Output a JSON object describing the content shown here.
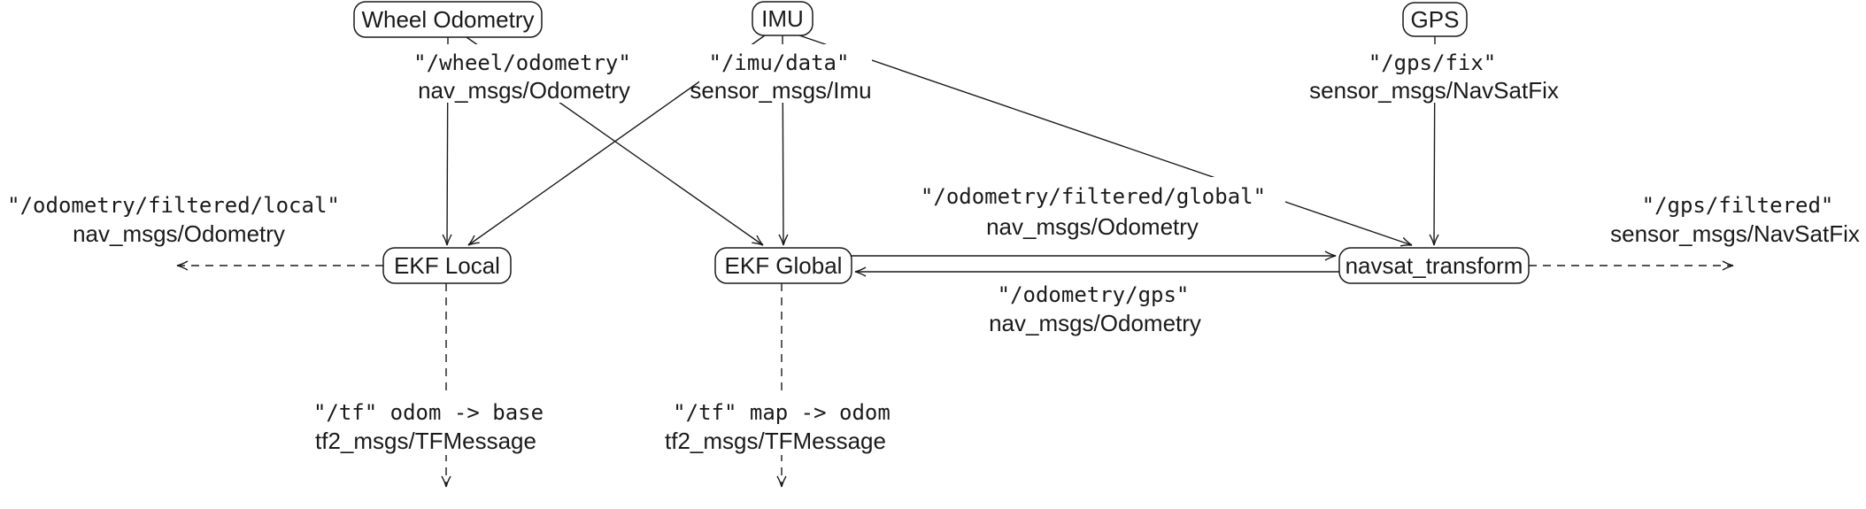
{
  "diagram": {
    "kind": "ros-node-topic-graph",
    "colors": {
      "background": "#ffffff",
      "line": "#1a1a1a",
      "text": "#1a1a1a",
      "node_fill": "#ffffff"
    },
    "nodes": {
      "wheel_odometry": {
        "label": "Wheel Odometry"
      },
      "imu": {
        "label": "IMU"
      },
      "gps": {
        "label": "GPS"
      },
      "ekf_local": {
        "label": "EKF Local"
      },
      "ekf_global": {
        "label": "EKF Global"
      },
      "navsat_transform": {
        "label": "navsat_transform"
      }
    },
    "topics": {
      "wheel_odometry": {
        "name": "\"/wheel/odometry\"",
        "type": "nav_msgs/Odometry"
      },
      "imu_data": {
        "name": "\"/imu/data\"",
        "type": "sensor_msgs/Imu"
      },
      "gps_fix": {
        "name": "\"/gps/fix\"",
        "type": "sensor_msgs/NavSatFix"
      },
      "odometry_filtered_local": {
        "name": "\"/odometry/filtered/local\"",
        "type": "nav_msgs/Odometry"
      },
      "odometry_filtered_global": {
        "name": "\"/odometry/filtered/global\"",
        "type": "nav_msgs/Odometry"
      },
      "odometry_gps": {
        "name": "\"/odometry/gps\"",
        "type": "nav_msgs/Odometry"
      },
      "gps_filtered": {
        "name": "\"/gps/filtered\"",
        "type": "sensor_msgs/NavSatFix"
      },
      "tf_odom_base": {
        "name": "\"/tf\" odom -> base",
        "type": "tf2_msgs/TFMessage"
      },
      "tf_map_odom": {
        "name": "\"/tf\" map -> odom",
        "type": "tf2_msgs/TFMessage"
      }
    },
    "edges": [
      {
        "from": "wheel_odometry",
        "to": "ekf_local",
        "topic": "/wheel/odometry",
        "style": "solid"
      },
      {
        "from": "wheel_odometry",
        "to": "ekf_global",
        "topic": "/wheel/odometry",
        "style": "solid"
      },
      {
        "from": "imu",
        "to": "ekf_local",
        "topic": "/imu/data",
        "style": "solid"
      },
      {
        "from": "imu",
        "to": "ekf_global",
        "topic": "/imu/data",
        "style": "solid"
      },
      {
        "from": "imu",
        "to": "navsat_transform",
        "topic": "/imu/data",
        "style": "solid"
      },
      {
        "from": "gps",
        "to": "navsat_transform",
        "topic": "/gps/fix",
        "style": "solid"
      },
      {
        "from": "ekf_global",
        "to": "navsat_transform",
        "topic": "/odometry/filtered/global",
        "style": "solid"
      },
      {
        "from": "navsat_transform",
        "to": "ekf_global",
        "topic": "/odometry/gps",
        "style": "solid"
      },
      {
        "from": "ekf_local",
        "to": "output-left",
        "topic": "/odometry/filtered/local",
        "style": "dashed"
      },
      {
        "from": "navsat_transform",
        "to": "output-right",
        "topic": "/gps/filtered",
        "style": "dashed"
      },
      {
        "from": "ekf_local",
        "to": "output-down",
        "topic": "/tf odom -> base",
        "style": "dashed"
      },
      {
        "from": "ekf_global",
        "to": "output-down",
        "topic": "/tf map -> odom",
        "style": "dashed"
      }
    ]
  }
}
